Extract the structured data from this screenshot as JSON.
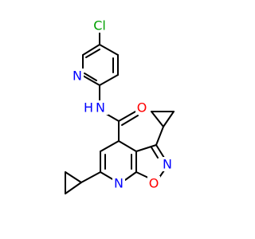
{
  "molecule": {
    "atoms": {
      "cl": {
        "label": "Cl",
        "color": "#00a000"
      },
      "n_pyridine": {
        "label": "N",
        "color": "#0000ff"
      },
      "n_amide": {
        "label": "N",
        "color": "#0000ff"
      },
      "h_amide": {
        "label": "H",
        "color": "#0000ff"
      },
      "o_carbonyl": {
        "label": "O",
        "color": "#ff0000"
      },
      "n_isoxazole": {
        "label": "N",
        "color": "#0000ff"
      },
      "o_isoxazole": {
        "label": "O",
        "color": "#ff0000"
      },
      "n_pyridine_fused": {
        "label": "N",
        "color": "#0000ff"
      }
    }
  }
}
